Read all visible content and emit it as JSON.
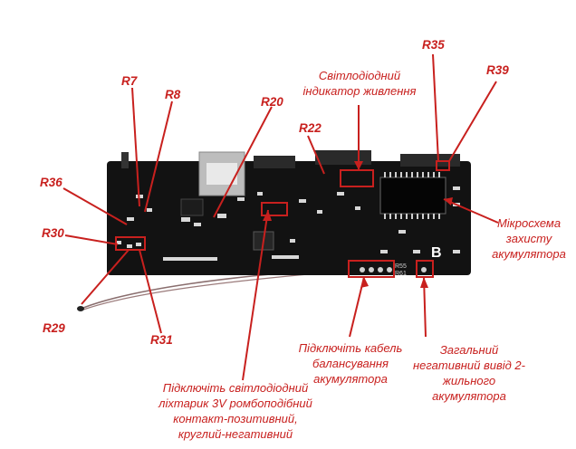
{
  "resistor_labels": {
    "r7": "R7",
    "r8": "R8",
    "r20": "R20",
    "r22": "R22",
    "r35": "R35",
    "r39": "R39",
    "r36": "R36",
    "r30": "R30",
    "r29": "R29",
    "r31": "R31"
  },
  "annotations": {
    "power_indicator": [
      "Світлодіодний",
      "індикатор живлення"
    ],
    "protection_chip": [
      "Мікросхема",
      "захисту",
      "акумулятора"
    ],
    "balance_cable": [
      "Підключіть кабель",
      "балансування",
      "акумулятора"
    ],
    "negative_lead": [
      "Загальний",
      "негативний вивід 2-",
      "жильного",
      "акумулятора"
    ],
    "led_flashlight": [
      "Підключіть світлодіодний",
      "ліхтарик 3V ромбоподібний",
      "контакт-позитивний,",
      "круглий-негативний"
    ]
  },
  "board_markings": {
    "b_marker": "B",
    "r55": "R55",
    "r61": "R61"
  },
  "colors": {
    "label_red": "#c8201e",
    "board": "#111111",
    "line_red": "#c8201e"
  }
}
